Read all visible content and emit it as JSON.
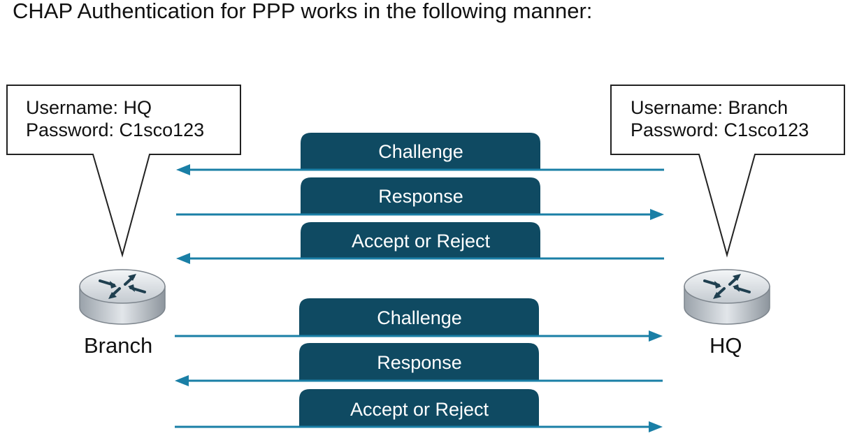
{
  "title": "CHAP Authentication for PPP works in the following manner:",
  "colors": {
    "tab": "#0f4a62",
    "arrow": "#1a7fa6",
    "text": "#111111"
  },
  "branch": {
    "label": "Branch",
    "username": "Username: HQ",
    "password": "Password: C1sco123"
  },
  "hq": {
    "label": "HQ",
    "username": "Username: Branch",
    "password": "Password: C1sco123"
  },
  "exchanges": [
    {
      "label": "Challenge",
      "direction": "HQ to Branch"
    },
    {
      "label": "Response",
      "direction": "Branch to HQ"
    },
    {
      "label": "Accept or Reject",
      "direction": "HQ to Branch"
    },
    {
      "label": "Challenge",
      "direction": "Branch to HQ"
    },
    {
      "label": "Response",
      "direction": "HQ to Branch"
    },
    {
      "label": "Accept or Reject",
      "direction": "Branch to HQ"
    }
  ]
}
